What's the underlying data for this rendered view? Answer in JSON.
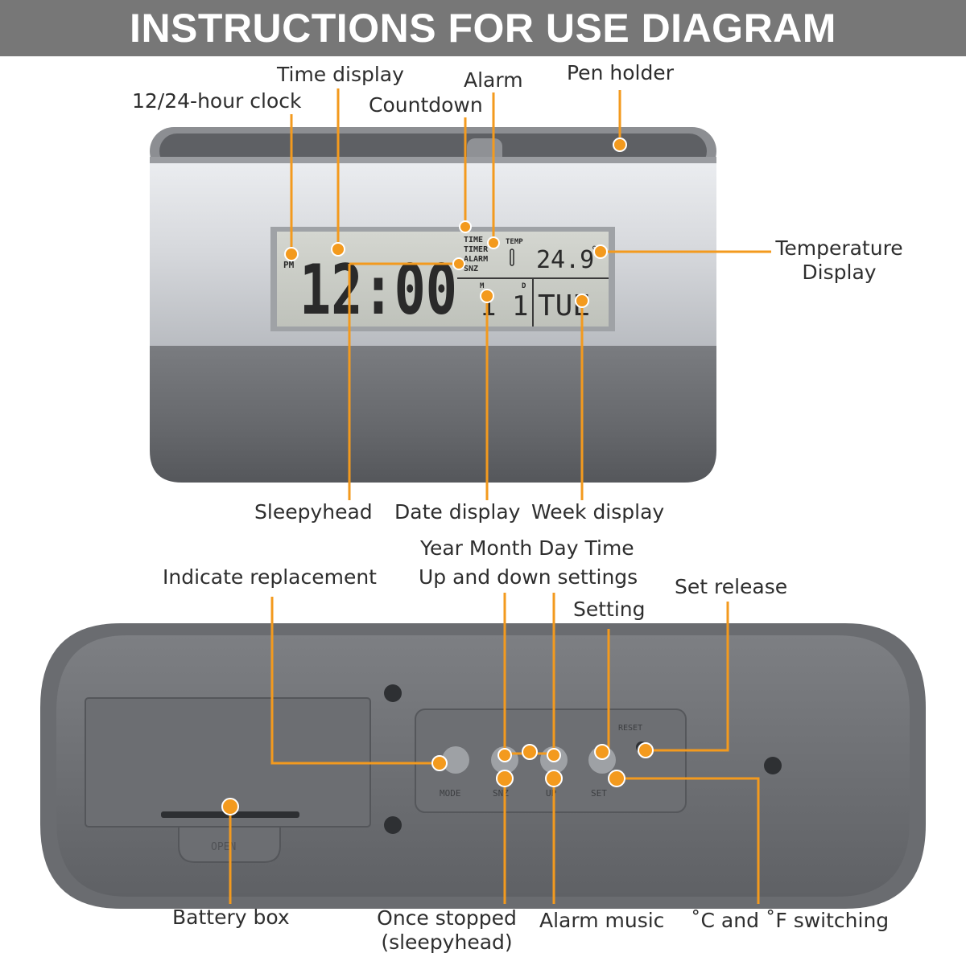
{
  "header": {
    "title": "INSTRUCTIONS FOR USE DIAGRAM"
  },
  "front_labels": {
    "time_display": "Time display",
    "alarm": "Alarm",
    "pen_holder": "Pen holder",
    "clock_12_24": "12/24-hour clock",
    "countdown": "Countdown",
    "temperature_display_line1": "Temperature",
    "temperature_display_line2": "Display",
    "sleepyhead": "Sleepyhead",
    "date_display": "Date display",
    "week_display": "Week display"
  },
  "back_labels": {
    "year_month_day_time": "Year Month Day Time",
    "up_down_settings": "Up and down settings",
    "indicate_replacement": "Indicate replacement",
    "set_release": "Set release",
    "setting": "Setting",
    "battery_box": "Battery box",
    "once_stopped_line1": "Once stopped",
    "once_stopped_line2": "(sleepyhead)",
    "alarm_music": "Alarm music",
    "c_f_switching": "˚C and ˚F switching"
  },
  "lcd": {
    "pm": "PM",
    "time": "12:00",
    "mode_time": "TIME",
    "mode_timer": "TIMER",
    "mode_alarm": "ALARM",
    "mode_snz": "SNZ",
    "temp_label": "TEMP",
    "temperature": "24.9",
    "temp_unit": "°C",
    "month_label": "M",
    "day_label": "D",
    "month": "1",
    "day": "1",
    "weekday": "TUE"
  },
  "back_panel": {
    "reset": "RESET",
    "mode": "MODE",
    "snz": "SNZ",
    "up": "UP",
    "set": "SET",
    "open": "OPEN"
  },
  "colors": {
    "accent": "#f39a1e",
    "header_bg": "#777777",
    "lcd_bg": "#c9ccc4",
    "lcd_digit": "#2a2a2a",
    "silver": "#d4d6da",
    "dark_gray": "#6b6d70"
  }
}
